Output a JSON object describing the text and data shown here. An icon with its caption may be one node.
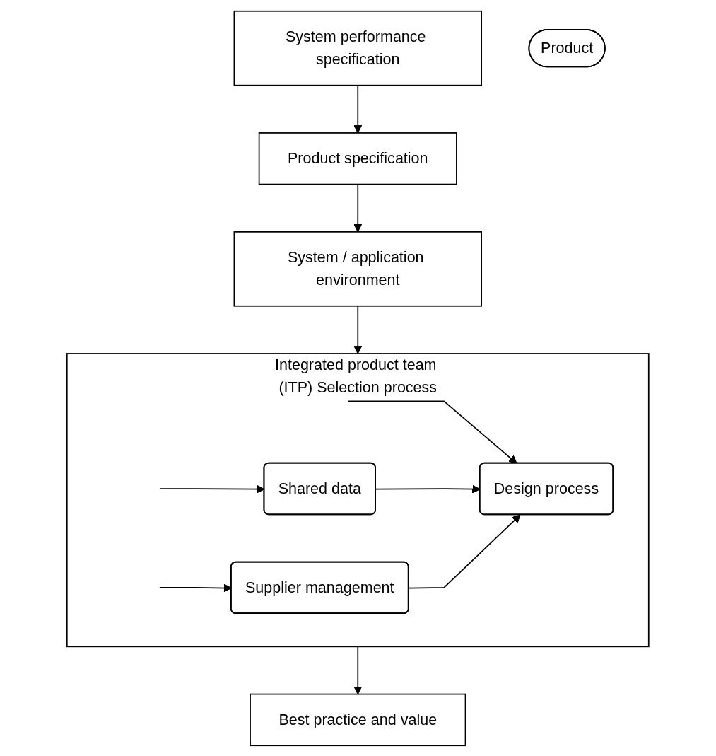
{
  "diagram": {
    "nodes": [
      {
        "text": [
          "System performance specification"
        ]
      },
      {
        "text": [
          "Product specification"
        ]
      },
      {
        "text": [
          "System / application environment"
        ]
      },
      {
        "text": [
          "Integrated product team (ITP) Selection process"
        ]
      },
      {
        "text": [
          "Shared data"
        ],
        "in": 3
      },
      {
        "text": [
          "Design process"
        ],
        "in": 3
      },
      {
        "text": [
          "Supplier management"
        ],
        "in": 3
      },
      {
        "text": [
          "Best practice and value"
        ]
      },
      {
        "text": [
          "Product"
        ]
      }
    ],
    "edges": [
      {
        "from": 0,
        "to": 1,
        "arrow": "to"
      },
      {
        "from": 1,
        "to": 2,
        "arrow": "to"
      },
      {
        "from": 2,
        "to": 3,
        "arrow": "to"
      },
      {
        "from": null,
        "to": 4,
        "arrow": "to"
      },
      {
        "from": null,
        "to": 5,
        "arrow": "to"
      },
      {
        "from": null,
        "to": 6,
        "arrow": "to"
      },
      {
        "from": 4,
        "to": 5,
        "arrow": "to"
      },
      {
        "from": 6,
        "to": 5,
        "arrow": "to"
      },
      {
        "from": 3,
        "to": 7,
        "arrow": "to"
      }
    ]
  }
}
